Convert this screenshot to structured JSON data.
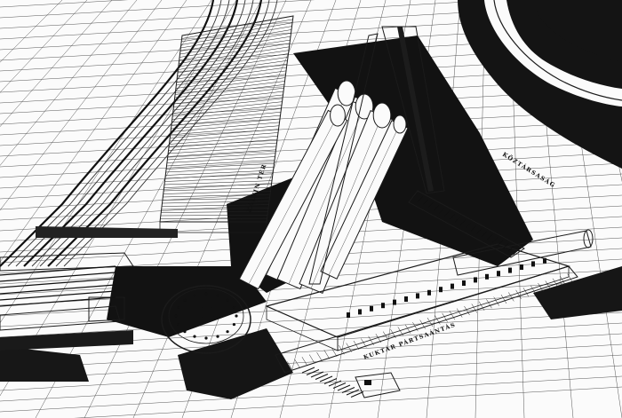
{
  "drawing": {
    "labels": [
      {
        "text": "KÖZTÁRSASÁG"
      },
      {
        "text": "KÁLVIN TÉR"
      },
      {
        "text": "KUKTÁR PÁRTSAÁNTÁS"
      }
    ]
  },
  "colors": {
    "ink": "#1b1b1b",
    "paper": "#fbfbfb",
    "shadow": "#121212"
  }
}
